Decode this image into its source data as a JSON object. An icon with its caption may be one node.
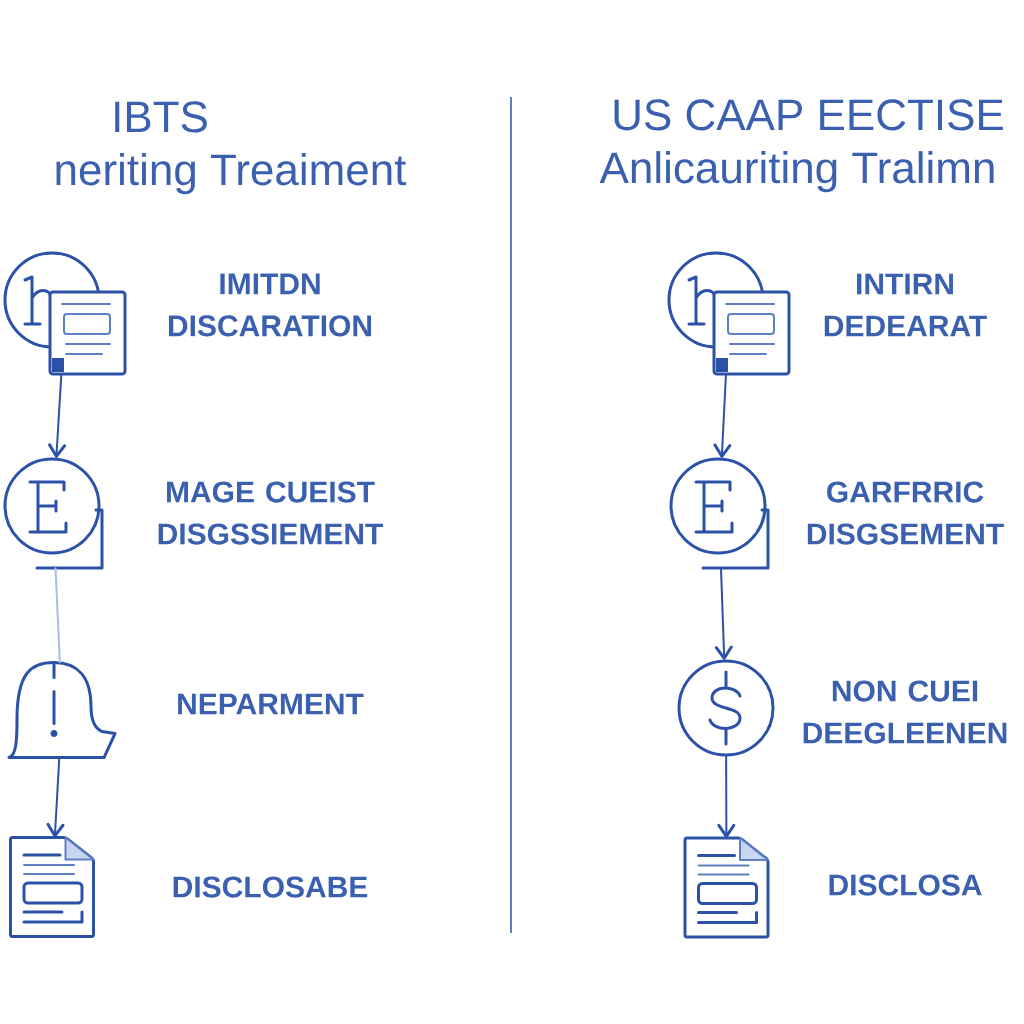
{
  "diagram": {
    "nodes": [
      {
        "text": [],
        "shape": "picture",
        "beside": [
          "IMITDN DISCARATION"
        ]
      },
      {
        "text": [],
        "shape": "picture",
        "beside": [
          "MAGE CUEIST DISGSSIEMENT"
        ]
      },
      {
        "text": [],
        "shape": "picture",
        "beside": [
          "NEPARMENT"
        ]
      },
      {
        "text": [],
        "shape": "picture",
        "beside": [
          "DISCLOSABE"
        ]
      },
      {
        "text": [],
        "shape": "picture",
        "beside": [
          "INTIRN DEDEARAT"
        ]
      },
      {
        "text": [],
        "shape": "picture",
        "beside": [
          "GARFRRIC DISGSEMENT"
        ]
      },
      {
        "text": [],
        "shape": "picture",
        "beside": [
          "NON CUEI DEEGLEENEN"
        ]
      },
      {
        "text": [],
        "shape": "picture",
        "beside": [
          "DISCLOSA"
        ]
      }
    ],
    "edges": [
      {
        "from": 0,
        "to": 1,
        "arrow": "to"
      },
      {
        "from": 1,
        "to": 2,
        "arrow": "none",
        "color": "#a9bde4"
      },
      {
        "from": 2,
        "to": 3,
        "arrow": "to"
      },
      {
        "from": 4,
        "to": 5,
        "arrow": "to"
      },
      {
        "from": 5,
        "to": 6,
        "arrow": "to"
      },
      {
        "from": 6,
        "to": 7,
        "arrow": "to"
      }
    ],
    "labels": [
      "IBTS",
      "neriting Treaiment",
      "US CAAP EECTISE",
      "Anlicauriting Tralimn"
    ]
  }
}
